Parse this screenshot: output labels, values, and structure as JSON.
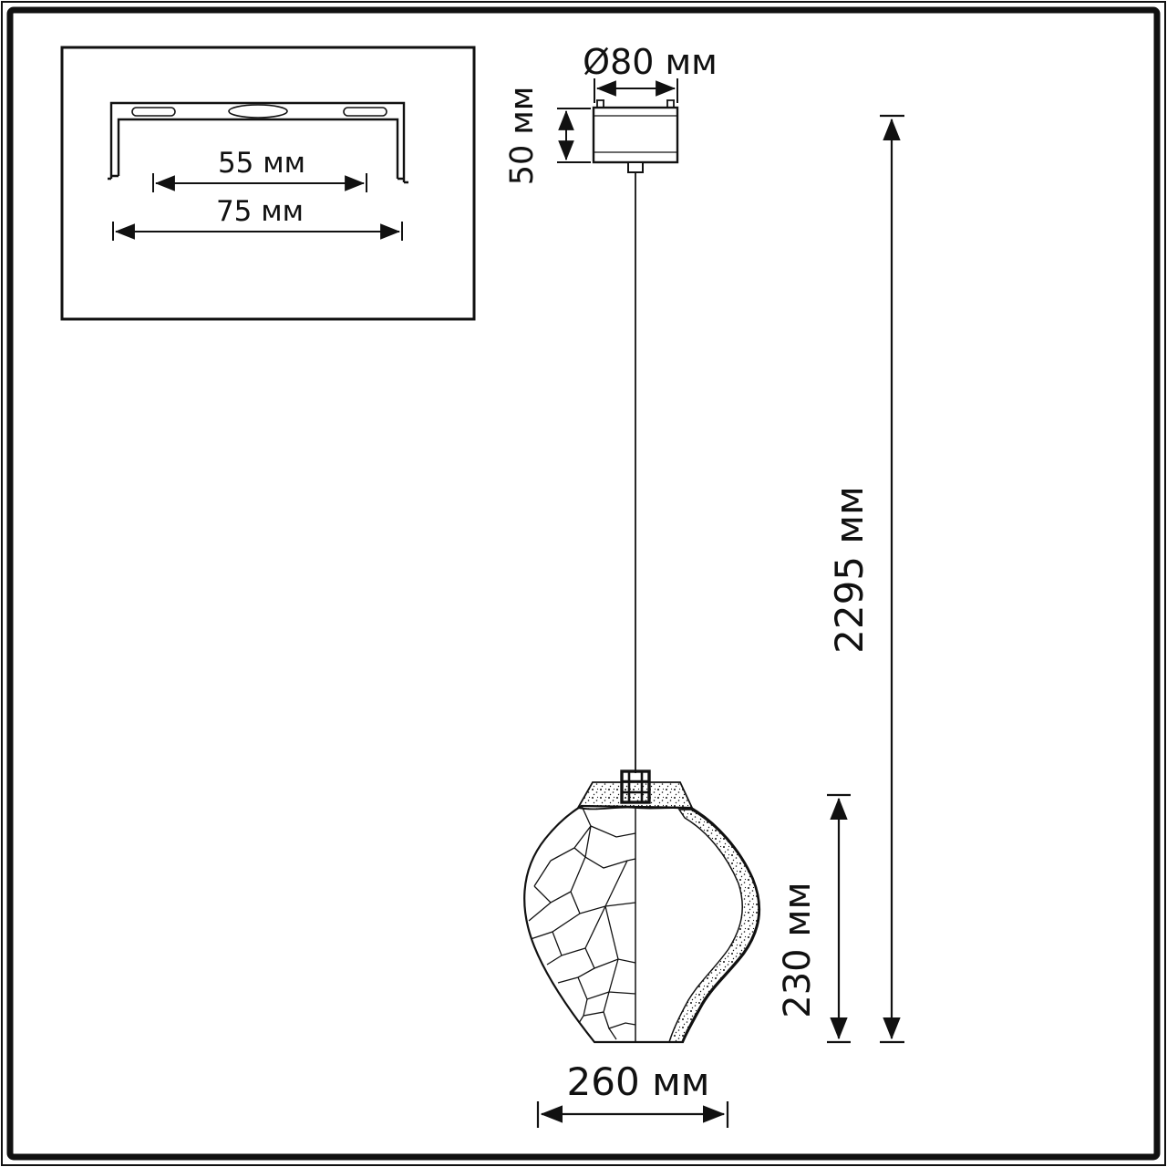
{
  "colors": {
    "ink": "#111111",
    "background": "#ffffff"
  },
  "dimensions": {
    "bracket_hole_spacing": "55 мм",
    "bracket_width": "75 мм",
    "canopy_diameter": "Ø80 мм",
    "canopy_height": "50 мм",
    "overall_height": "2295 мм",
    "shade_height": "230 мм",
    "shade_width": "260 мм"
  }
}
